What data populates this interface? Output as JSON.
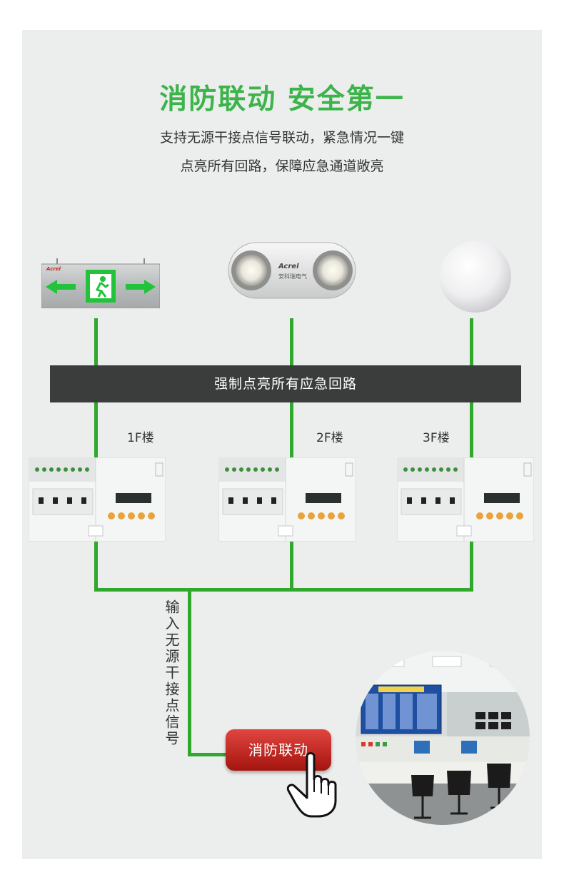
{
  "header": {
    "title": "消防联动  安全第一",
    "subtitle_line1": "支持无源干接点信号联动，紧急情况一键",
    "subtitle_line2": "点亮所有回路，保障应急通道敞亮"
  },
  "diagram": {
    "banner_label": "强制点亮所有应急回路",
    "floors": [
      "1F楼",
      "2F楼",
      "3F楼"
    ],
    "input_label": "输入无源干接点信号",
    "button_label": "消防联动",
    "devices": {
      "exit_sign_brand": "Acrel",
      "emergency_light_brand": "Acrel",
      "emergency_light_brand_cn": "安科瑞电气"
    }
  },
  "colors": {
    "title_green": "#3cb44a",
    "line_green": "#2fa82c",
    "banner_bg": "#3b3c3c",
    "button_red": "#c8231d",
    "panel_bg": "#eceeed"
  }
}
